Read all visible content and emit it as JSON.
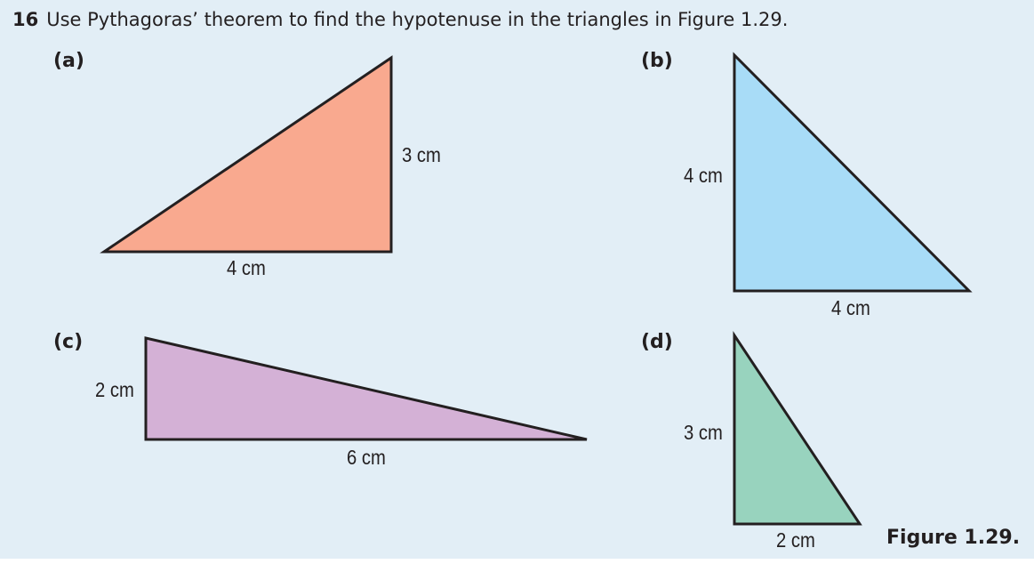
{
  "question": {
    "number": "16",
    "text": "Use Pythagoras’ theorem to find the hypotenuse in the triangles in Figure 1.29."
  },
  "triangles": [
    {
      "id": "a",
      "label": "(a)",
      "fill": "#f9a98f",
      "sides": {
        "height": "3 cm",
        "base": "4 cm"
      }
    },
    {
      "id": "b",
      "label": "(b)",
      "fill": "#a8dcf7",
      "sides": {
        "height": "4 cm",
        "base": "4 cm"
      }
    },
    {
      "id": "c",
      "label": "(c)",
      "fill": "#d4b1d6",
      "sides": {
        "height": "2 cm",
        "base": "6 cm"
      }
    },
    {
      "id": "d",
      "label": "(d)",
      "fill": "#98d3be",
      "sides": {
        "height": "3 cm",
        "base": "2 cm"
      }
    }
  ],
  "colors": {
    "background": "#e2eef6",
    "stroke": "#231f20",
    "text": "#231f20"
  },
  "figure_caption": "Figure 1.29."
}
